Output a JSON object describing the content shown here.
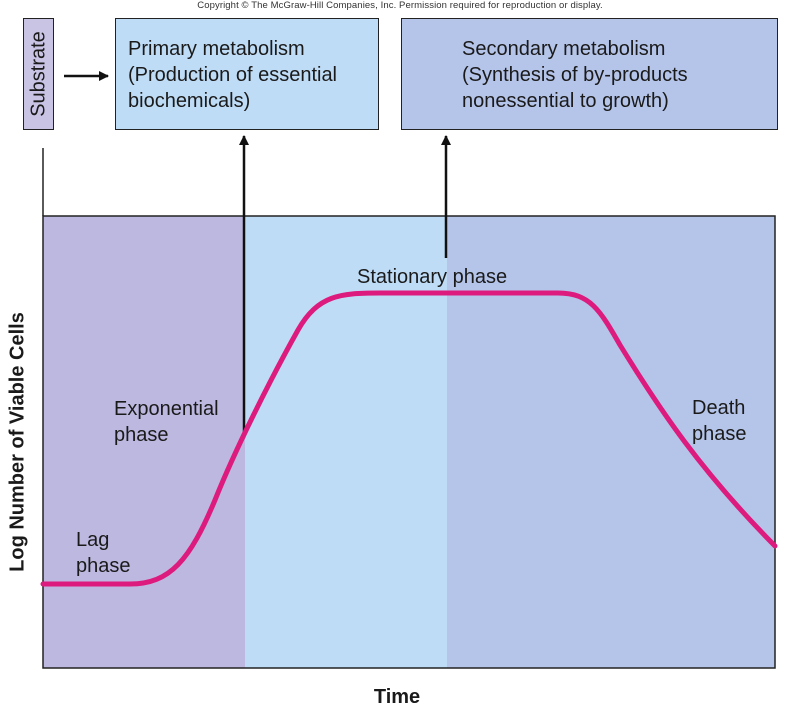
{
  "copyright": "Copyright © The McGraw-Hill Companies, Inc. Permission required for reproduction or display.",
  "boxes": {
    "substrate": "Substrate",
    "primary": [
      "Primary metabolism",
      "(Production of essential",
      "biochemicals)"
    ],
    "secondary": [
      "Secondary metabolism",
      "(Synthesis of by-products",
      "nonessential to growth)"
    ]
  },
  "phases": {
    "lag": [
      "Lag",
      "phase"
    ],
    "exponential": [
      "Exponential",
      "phase"
    ],
    "stationary": "Stationary phase",
    "death": [
      "Death",
      "phase"
    ]
  },
  "axes": {
    "y": "Log Number of Viable Cells",
    "x": "Time"
  },
  "colors": {
    "lag_region": "#bdb8e0",
    "exponential_region": "#bfdcf6",
    "late_region": "#b5c5ea",
    "curve": "#dd1a7d"
  }
}
